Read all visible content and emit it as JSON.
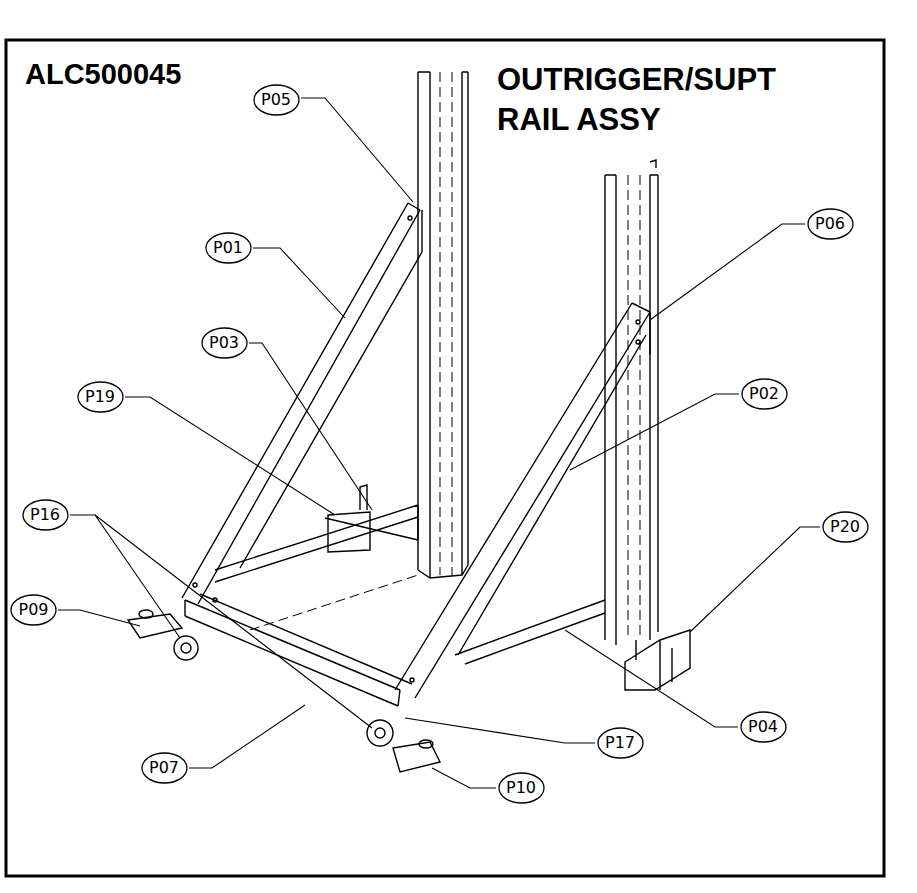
{
  "diagram": {
    "title": "OUTRIGGER/SUPT RAIL ASSY",
    "nodes": [
      {
        "text": [
          "P05"
        ]
      },
      {
        "text": [
          "P06"
        ]
      },
      {
        "text": [
          "P01"
        ]
      },
      {
        "text": [
          "P03"
        ]
      },
      {
        "text": [
          "P02"
        ]
      },
      {
        "text": [
          "P19"
        ]
      },
      {
        "text": [
          "P16"
        ]
      },
      {
        "text": [
          "P20"
        ]
      },
      {
        "text": [
          "P09"
        ]
      },
      {
        "text": [
          "P04"
        ]
      },
      {
        "text": [
          "P17"
        ]
      },
      {
        "text": [
          "P07"
        ]
      },
      {
        "text": [
          "P10"
        ]
      }
    ],
    "labels": [
      "ALC500045"
    ]
  }
}
